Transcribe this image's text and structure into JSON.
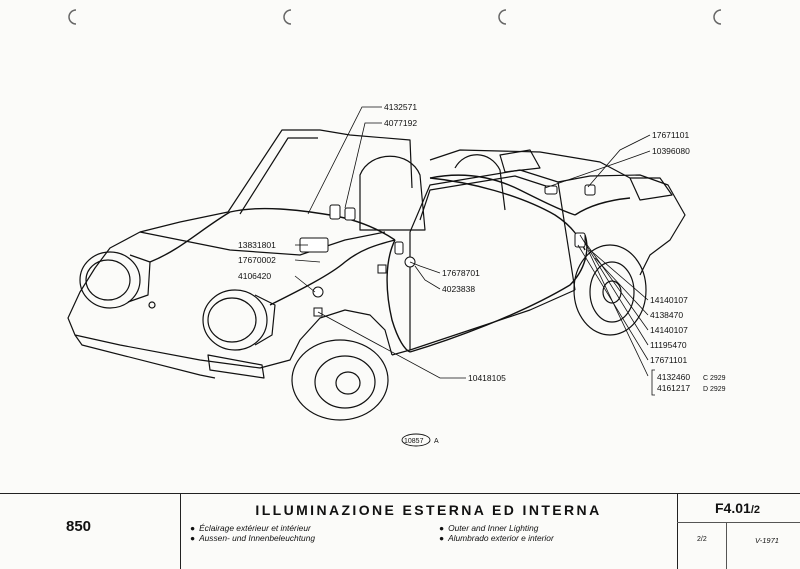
{
  "parts": {
    "p1": "4132571",
    "p2": "4077192",
    "p3": "17671101",
    "p4": "10396080",
    "p5": "13831801",
    "p6": "17670002",
    "p7": "4106420",
    "p8": "17678701",
    "p9": "4023838",
    "p10": "14140107",
    "p11": "4138470",
    "p12": "14140107",
    "p13": "11195470",
    "p14": "17671101",
    "p15": "4132460",
    "p15_suffix": "C 2929",
    "p16": "4161217",
    "p16_suffix": "D 2929",
    "p17": "10418105"
  },
  "figure_ref": {
    "number": "10857",
    "letter": "A"
  },
  "footer": {
    "model": "850",
    "title": "ILLUMINAZIONE ESTERNA ED INTERNA",
    "desc_fr": "Éclairage extérieur et intérieur",
    "desc_de": "Aussen- und Innenbeleuchtung",
    "desc_en": "Outer and Inner Lighting",
    "desc_es": "Alumbrado exterior e interior",
    "code_main": "F4.01",
    "code_sub": "/2",
    "page": "2/2",
    "date": "V-1971"
  },
  "colors": {
    "ink": "#111111",
    "paper": "#fbfbf9"
  }
}
